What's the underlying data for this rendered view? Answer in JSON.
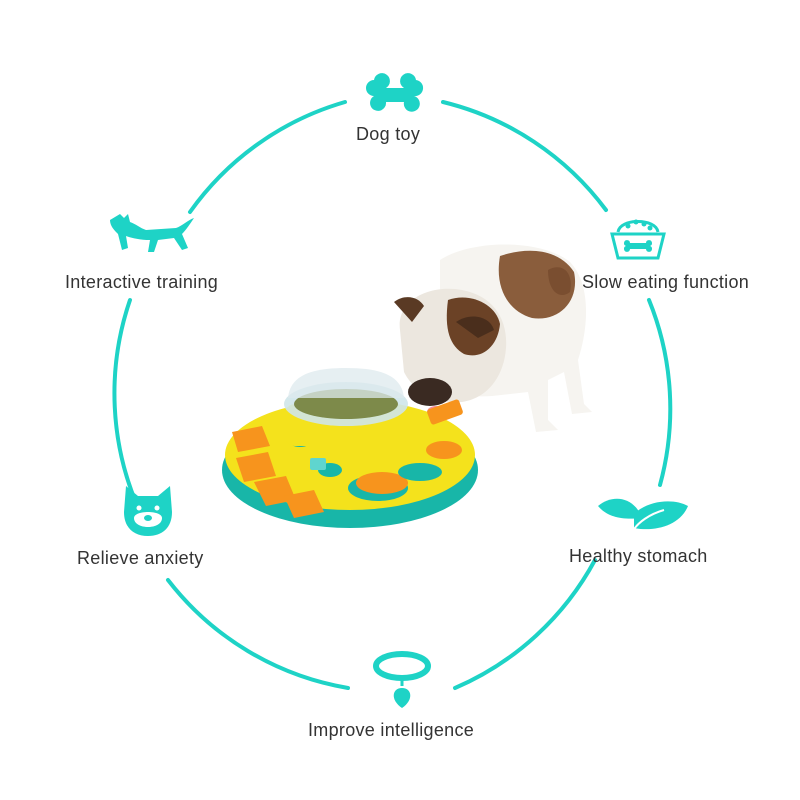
{
  "features": [
    {
      "label": "Dog toy",
      "icon": "bone-icon"
    },
    {
      "label": "Slow eating function",
      "icon": "food-bowl-icon"
    },
    {
      "label": "Healthy stomach",
      "icon": "leaf-icon"
    },
    {
      "label": "Improve intelligence",
      "icon": "dog-collar-icon"
    },
    {
      "label": "Relieve anxiety",
      "icon": "dog-face-icon"
    },
    {
      "label": "Interactive training",
      "icon": "running-dog-icon"
    }
  ],
  "colors": {
    "accent": "#1ed3c6",
    "text": "#333333",
    "toy_yellow": "#f4e21c",
    "toy_orange": "#f7941d",
    "toy_teal": "#18b6a8"
  }
}
